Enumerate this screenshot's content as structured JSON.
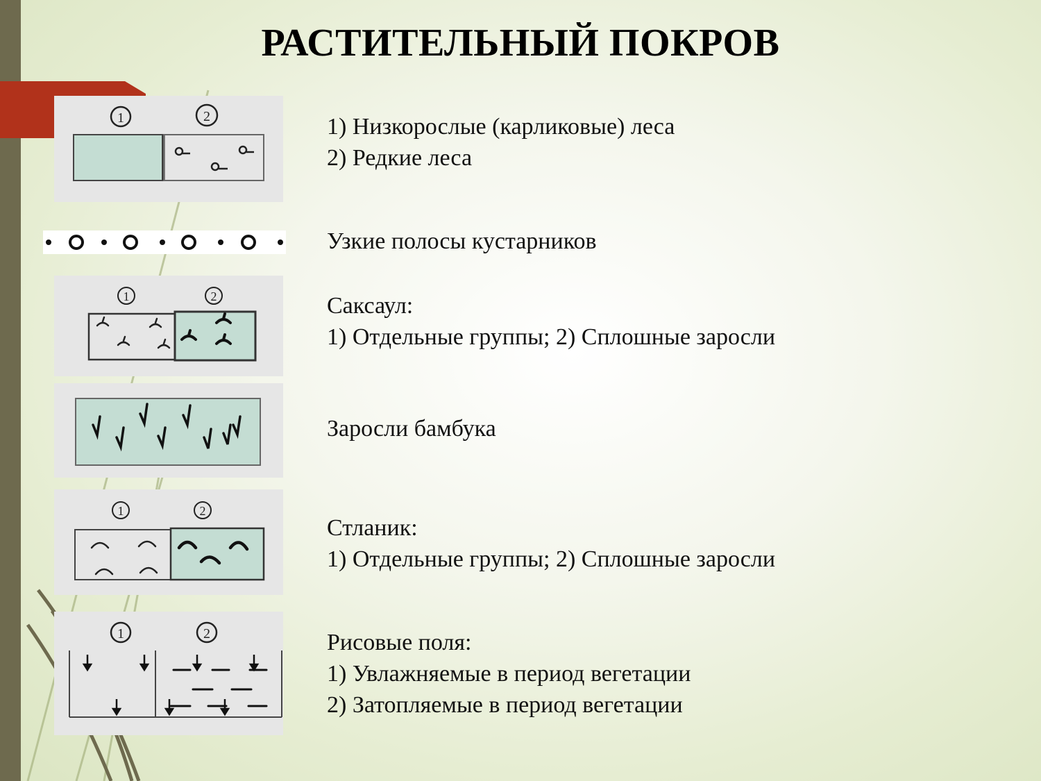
{
  "slide": {
    "title": "РАСТИТЕЛЬНЫЙ ПОКРОВ"
  },
  "legends": [
    {
      "icon": "low-and-sparse-forest-symbol",
      "markers": [
        "1",
        "2"
      ],
      "lines": [
        "1) Низкорослые (карликовые) леса",
        "2) Редкие леса"
      ]
    },
    {
      "icon": "narrow-shrub-strip-symbol",
      "lines": [
        "Узкие полосы кустарников"
      ]
    },
    {
      "icon": "saxaul-symbol",
      "markers": [
        "1",
        "2"
      ],
      "lines": [
        "Саксаул:",
        "1) Отдельные группы; 2) Сплошные заросли"
      ]
    },
    {
      "icon": "bamboo-symbol",
      "lines": [
        "Заросли бамбука"
      ]
    },
    {
      "icon": "elfin-wood-symbol",
      "markers": [
        "1",
        "2"
      ],
      "lines": [
        "Стланик:",
        "1) Отдельные группы; 2) Сплошные заросли"
      ]
    },
    {
      "icon": "rice-field-symbol",
      "markers": [
        "1",
        "2"
      ],
      "lines": [
        "Рисовые поля:",
        "1) Увлажняемые в период вегетации",
        "2) Затопляемые в период вегетации"
      ]
    }
  ],
  "colors": {
    "sidebar": "#6e6a4e",
    "accent_red": "#b1321b",
    "fill_green": "#c4ddd3"
  }
}
